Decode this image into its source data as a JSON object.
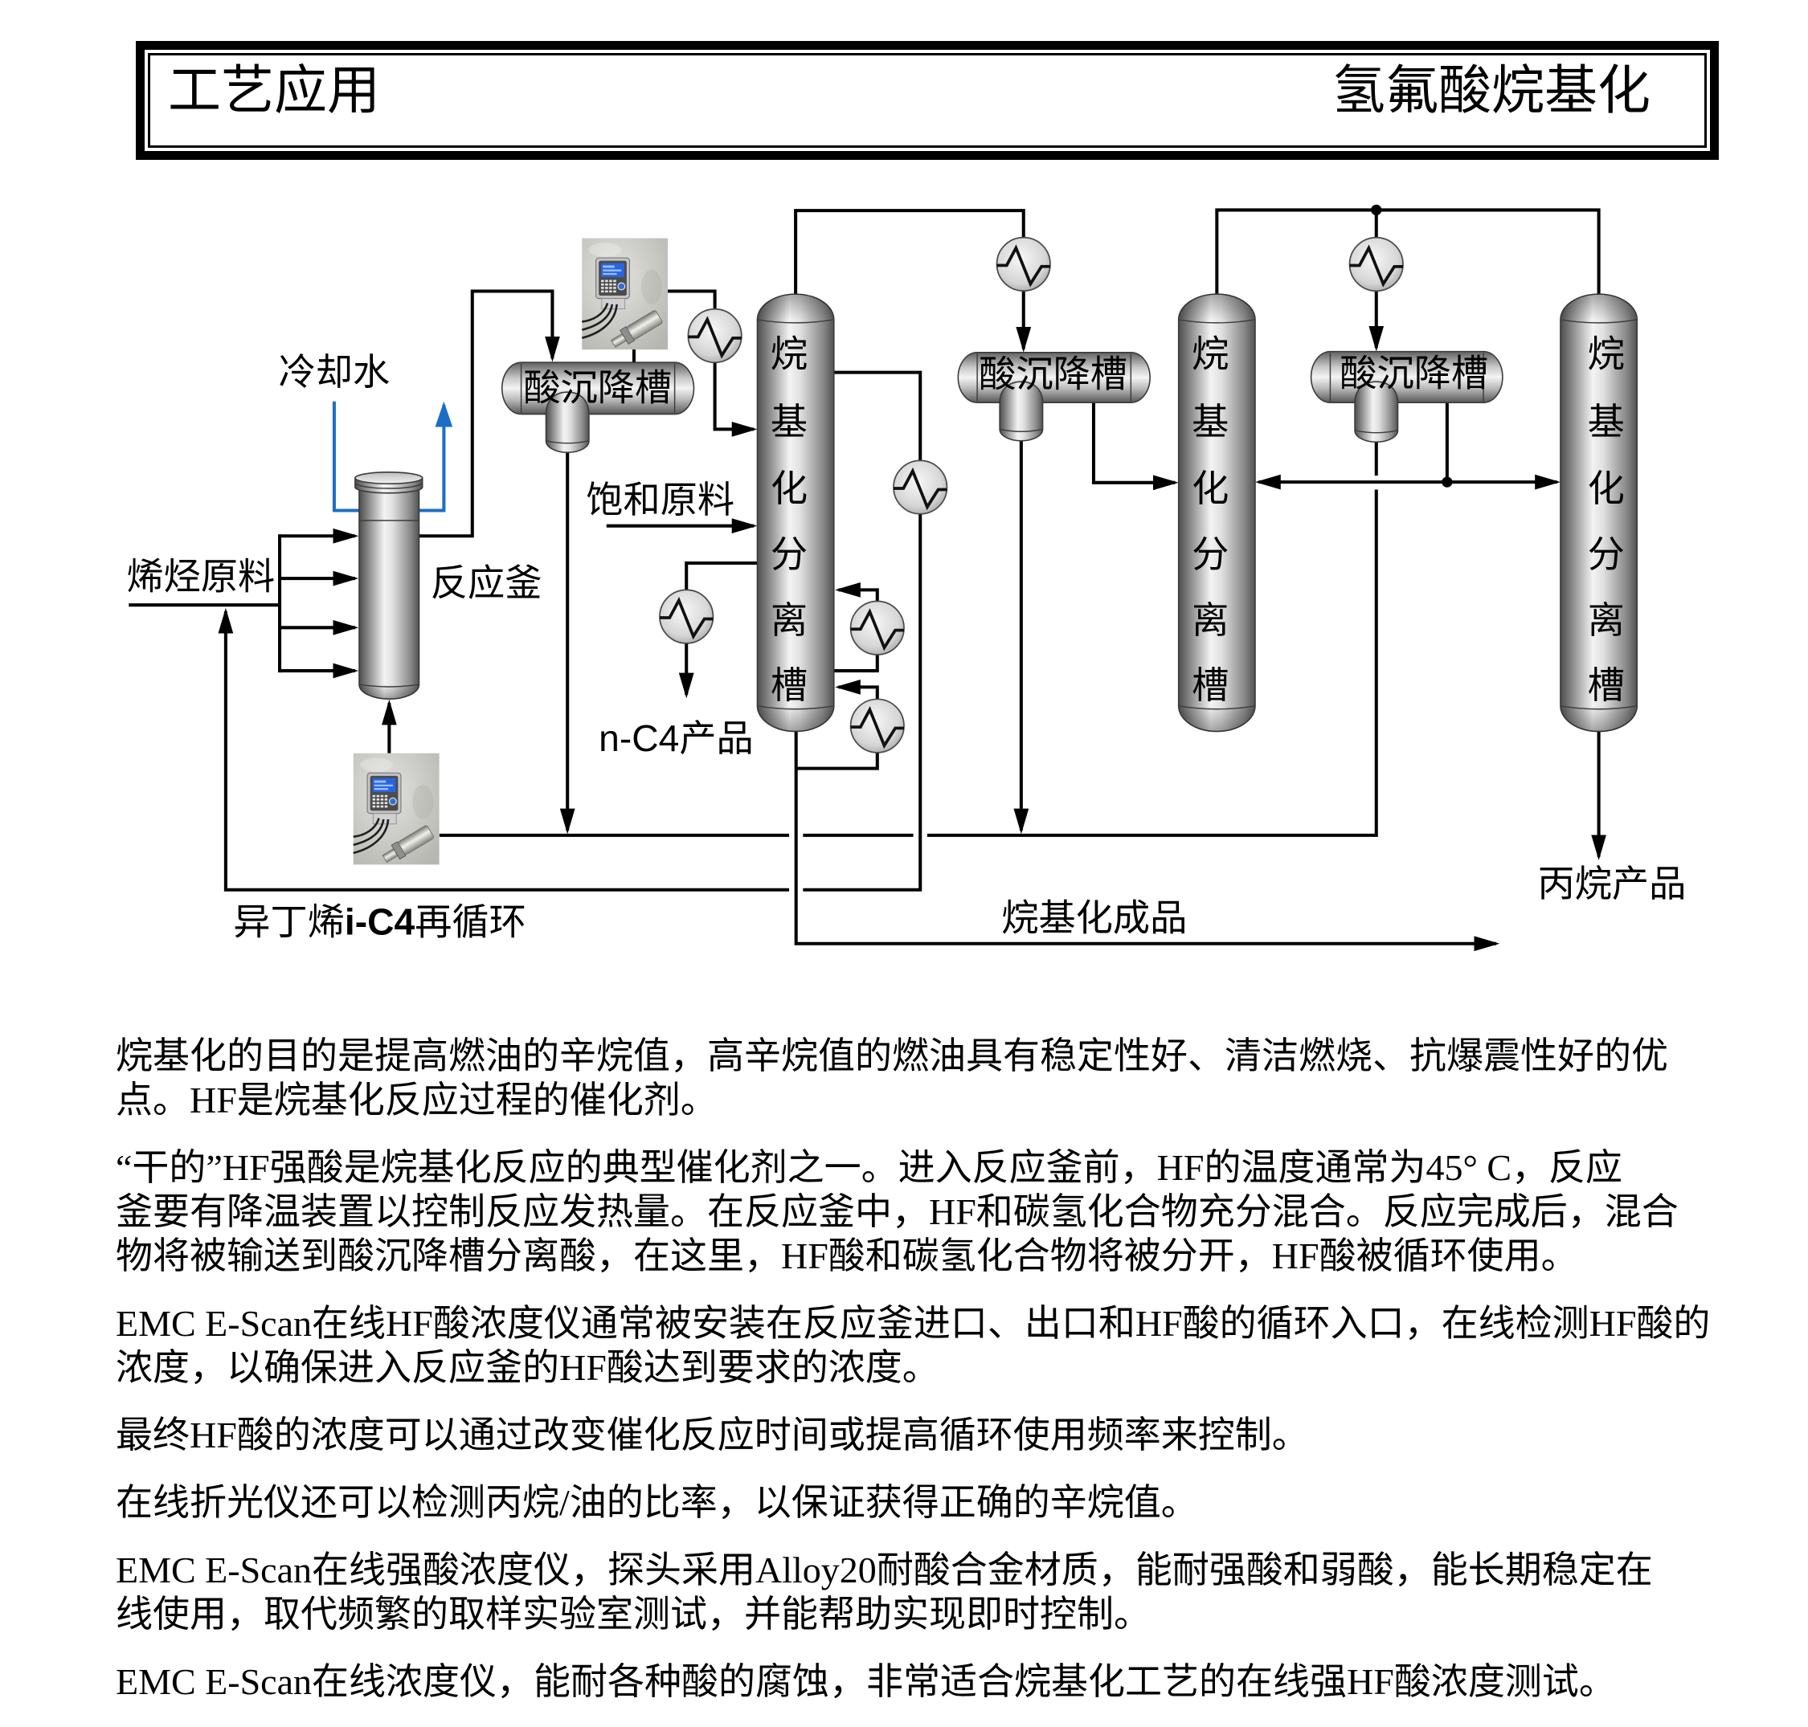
{
  "header": {
    "left_title": "工艺应用",
    "right_title": "氢氟酸烷基化"
  },
  "diagram": {
    "colors": {
      "process_line": "#000000",
      "cooling_water_line": "#1c6ec5"
    },
    "labels": {
      "cooling_water": "冷却水",
      "olefin_feed": "烯烃原料",
      "reactor": "反应釜",
      "saturated_feed": "饱和原料",
      "nc4_product": {
        "code": "n-C4",
        "text": "产品"
      },
      "isobutane_recycle": {
        "prefix": "异丁烯",
        "code": "i-C4",
        "suffix": "再循环"
      },
      "alkylate_product": "烷基化成品",
      "propane_product": "丙烷产品"
    },
    "settlers": [
      {
        "label": "酸沉降槽"
      },
      {
        "label": "酸沉降槽"
      },
      {
        "label": "酸沉降槽"
      }
    ],
    "columns": [
      {
        "label_chars": [
          "烷",
          "基",
          "化",
          "分",
          "离",
          "槽"
        ]
      },
      {
        "label_chars": [
          "烷",
          "基",
          "化",
          "分",
          "离",
          "槽"
        ]
      },
      {
        "label_chars": [
          "烷",
          "基",
          "化",
          "分",
          "离",
          "槽"
        ]
      }
    ],
    "icons": {
      "heat_exchanger": "heat-exchanger-icon",
      "analyzer": "concentration-analyzer-photo",
      "reactor": "reactor-vessel-icon",
      "settler": "acid-settler-icon",
      "column": "separation-column-icon",
      "flow_arrow": "arrowhead-icon"
    }
  },
  "body": {
    "paragraphs": [
      {
        "lines": [
          "烷基化的目的是提高燃油的辛烷值，高辛烷值的燃油具有稳定性好、清洁燃烧、抗爆震性好的优",
          "点。HF是烷基化反应过程的催化剂。"
        ]
      },
      {
        "lines": [
          "“干的”HF强酸是烷基化反应的典型催化剂之一。进入反应釜前，HF的温度通常为45° C，反应",
          "釜要有降温装置以控制反应发热量。在反应釜中，HF和碳氢化合物充分混合。反应完成后，混合",
          "物将被输送到酸沉降槽分离酸，在这里，HF酸和碳氢化合物将被分开，HF酸被循环使用。"
        ]
      },
      {
        "lines": [
          "EMC E-Scan在线HF酸浓度仪通常被安装在反应釜进口、出口和HF酸的循环入口，在线检测HF酸的",
          "浓度，以确保进入反应釜的HF酸达到要求的浓度。"
        ]
      },
      {
        "lines": [
          "最终HF酸的浓度可以通过改变催化反应时间或提高循环使用频率来控制。"
        ]
      },
      {
        "lines": [
          "在线折光仪还可以检测丙烷/油的比率，以保证获得正确的辛烷值。"
        ]
      },
      {
        "lines": [
          "EMC E-Scan在线强酸浓度仪，探头采用Alloy20耐酸合金材质，能耐强酸和弱酸，能长期稳定在",
          "线使用，取代频繁的取样实验室测试，并能帮助实现即时控制。"
        ]
      },
      {
        "lines": [
          "EMC E-Scan在线浓度仪，能耐各种酸的腐蚀，非常适合烷基化工艺的在线强HF酸浓度测试。"
        ]
      }
    ]
  }
}
